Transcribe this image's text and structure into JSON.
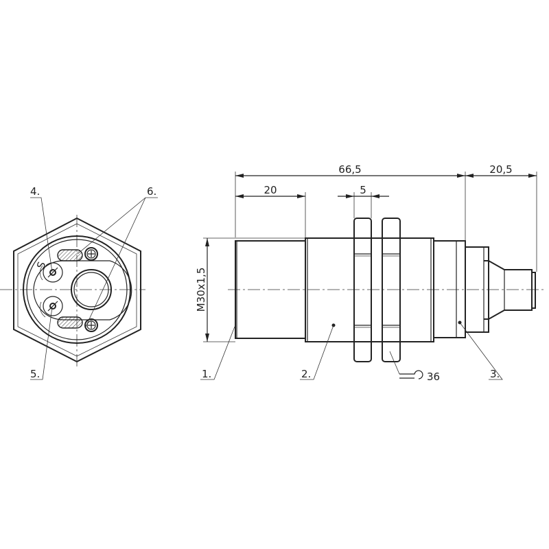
{
  "dimensions": {
    "overall_length": "66,5",
    "connector_length": "20,5",
    "thread_length": "20",
    "nut_thickness": "5",
    "thread_size": "M30x1,5",
    "wrench_size": "36"
  },
  "callouts": {
    "c1": "1.",
    "c2": "2.",
    "c3": "3.",
    "c4": "4.",
    "c5": "5.",
    "c6": "6."
  },
  "front_marks": {
    "sensitivity": "S"
  }
}
